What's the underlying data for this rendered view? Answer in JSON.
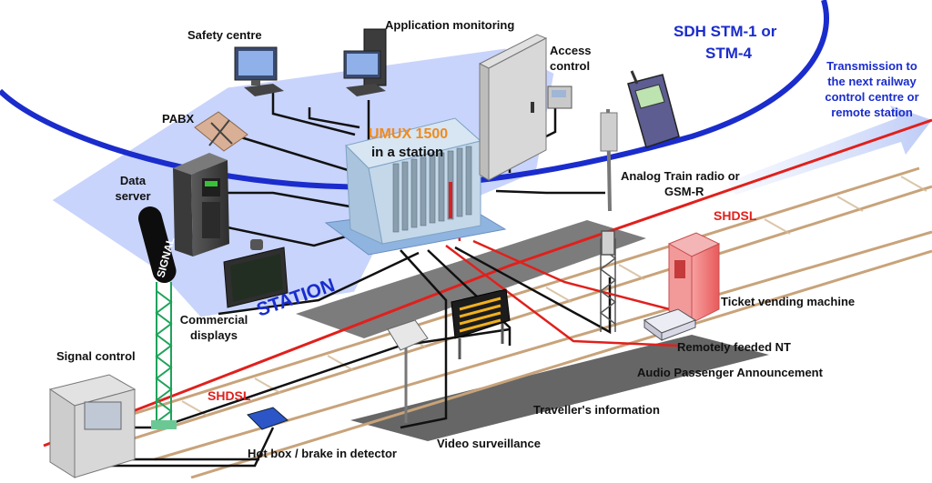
{
  "diagram": {
    "umux": {
      "title": "UMUX 1500",
      "subtitle": "in a station"
    },
    "sdh": {
      "line1": "SDH STM-1 or",
      "line2": "STM-4"
    },
    "transmission": {
      "line1": "Transmission to",
      "line2": "the next railway",
      "line3": "control centre or",
      "line4": "remote station"
    },
    "station_label": "STATION",
    "labels": {
      "safety_centre": "Safety centre",
      "application_monitoring": "Application monitoring",
      "access_control_1": "Access",
      "access_control_2": "control",
      "pabx": "PABX",
      "data_server_1": "Data",
      "data_server_2": "server",
      "analog_radio_1": "Analog Train radio or",
      "analog_radio_2": "GSM-R",
      "shdsl_right": "SHDSL",
      "shdsl_left": "SHDSL",
      "ticket_vending": "Ticket vending machine",
      "remote_nt": "Remotely feeded NT",
      "audio_announcement": "Audio Passenger Announcement",
      "commercial_displays_1": "Commercial",
      "commercial_displays_2": "displays",
      "signal_control": "Signal control",
      "travellers_info": "Traveller's information",
      "video_surveillance": "Video surveillance",
      "hot_box": "Hot box / brake in detector",
      "signal_sign": "SIGNAL"
    }
  },
  "colors": {
    "sdh_ring": "#1a2ccc",
    "shdsl_line": "#e0201c",
    "station_area": "#c8d4fb",
    "platform": "#6e6e6e",
    "rail": "#c8a37a"
  }
}
